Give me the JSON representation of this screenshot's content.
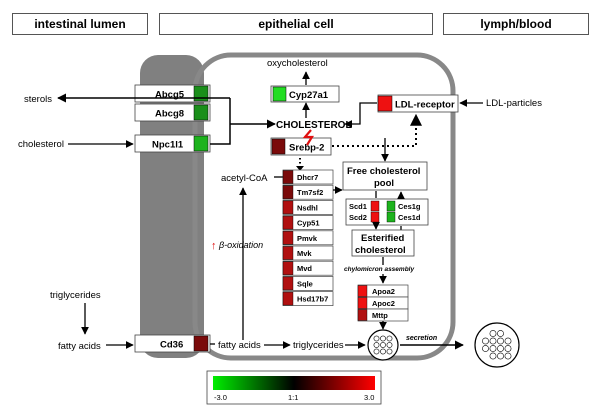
{
  "headers": {
    "lumen": "intestinal lumen",
    "cell": "epithelial cell",
    "blood": "lymph/blood"
  },
  "transporters": {
    "abcg5": "Abcg5",
    "abcg8": "Abcg8",
    "npc1l1": "Npc1l1",
    "cd36": "Cd36"
  },
  "labels": {
    "sterols": "sterols",
    "cholesterol_left": "cholesterol",
    "triglycerides_left": "triglycerides",
    "fatty_acids_left": "fatty acids",
    "oxycholesterol": "oxycholesterol",
    "cyp27a1": "Cyp27a1",
    "ldl_receptor": "LDL-receptor",
    "ldl_particles": "LDL-particles",
    "cholesterol_center": "CHOLESTEROL",
    "srebp2": "Srebp-2",
    "acetyl_coa": "acetyl-CoA",
    "free_pool_1": "Free cholesterol",
    "free_pool_2": "pool",
    "esterified_1": "Esterified",
    "esterified_2": "cholesterol",
    "chylomicron": "chylomicron assembly",
    "beta_arrow": "↑",
    "beta_oxidation": "β-oxidation",
    "fatty_acids_inner": "fatty acids",
    "triglycerides_inner": "triglycerides",
    "secretion": "secretion"
  },
  "genes": [
    "Dhcr7",
    "Tm7sf2",
    "Nsdhl",
    "Cyp51",
    "Pmvk",
    "Mvk",
    "Mvd",
    "Sqle",
    "Hsd17b7"
  ],
  "scd_genes": [
    "Scd1",
    "Scd2"
  ],
  "ces_genes": [
    "Ces1g",
    "Ces1d"
  ],
  "apo_genes": [
    "Apoa2",
    "Apoc2",
    "Mttp"
  ],
  "scale": {
    "min": "-3.0",
    "mid": "1:1",
    "max": "3.0"
  },
  "colors": {
    "green": "#1db31d",
    "bright_red": "#ee1111",
    "dark_red": "#7a0a0a",
    "mid_red": "#b01010"
  }
}
